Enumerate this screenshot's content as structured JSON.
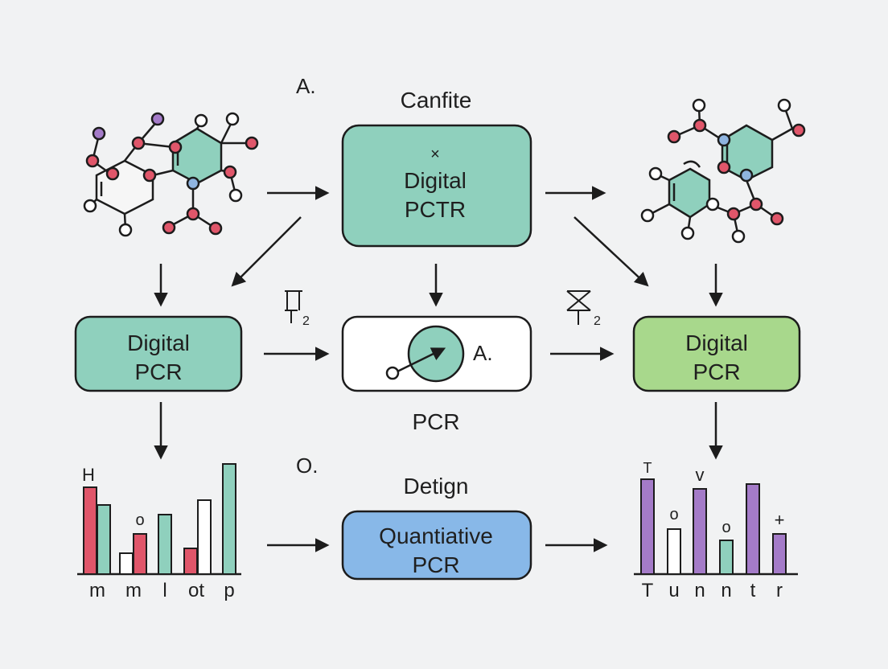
{
  "labels": {
    "top_marker": "A.",
    "top_heading": "Canfite",
    "mid_marker": "O.",
    "bottom_heading": "Detign",
    "pcr_caption": "PCR",
    "instrument_marker": "A.",
    "left_transition_sub": "2",
    "right_transition_sub": "2"
  },
  "boxes": {
    "top_center": {
      "mark": "×",
      "line1": "Digital",
      "line2": "PCTR"
    },
    "mid_left": {
      "line1": "Digital",
      "line2": "PCR"
    },
    "mid_right": {
      "line1": "Digital",
      "line2": "PCR"
    },
    "bottom_center": {
      "line1": "Quantiative",
      "line2": "PCR"
    }
  },
  "left_chart": {
    "top_label": "H",
    "circle_label": "o",
    "categories": [
      "m",
      "m",
      "l",
      "ot",
      "p"
    ]
  },
  "right_chart": {
    "top_labels": [
      "T",
      "v",
      "+"
    ],
    "circle_labels": [
      "o",
      "o"
    ],
    "categories": [
      "T",
      "u",
      "n",
      "n",
      "t",
      "r"
    ]
  },
  "colors": {
    "background": "#f1f2f3",
    "teal": "#8fd0bd",
    "green": "#a8d88c",
    "blue": "#88b8e8",
    "red": "#e0566a",
    "purple": "#a47bc8",
    "node_blue": "#8fb4e0",
    "stroke": "#1c1c1c"
  }
}
